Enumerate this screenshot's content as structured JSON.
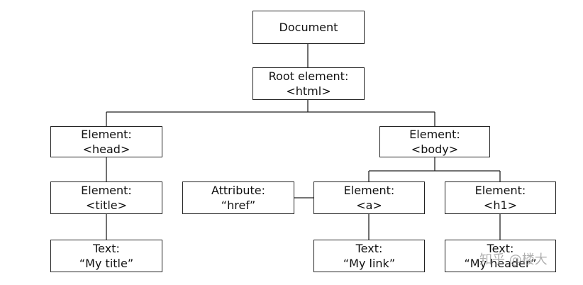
{
  "nodes": {
    "document": {
      "line1": "Document"
    },
    "root": {
      "line1": "Root element:",
      "line2": "<html>"
    },
    "head": {
      "line1": "Element:",
      "line2": "<head>"
    },
    "body": {
      "line1": "Element:",
      "line2": "<body>"
    },
    "title": {
      "line1": "Element:",
      "line2": "<title>"
    },
    "attribute": {
      "line1": "Attribute:",
      "line2": "“href”"
    },
    "a": {
      "line1": "Element:",
      "line2": "<a>"
    },
    "h1": {
      "line1": "Element:",
      "line2": "<h1>"
    },
    "text_title": {
      "line1": "Text:",
      "line2": "“My title”"
    },
    "text_link": {
      "line1": "Text:",
      "line2": "“My link”"
    },
    "text_header": {
      "line1": "Text:",
      "line2": "“My header”"
    }
  },
  "watermark": "知乎 @楼大"
}
